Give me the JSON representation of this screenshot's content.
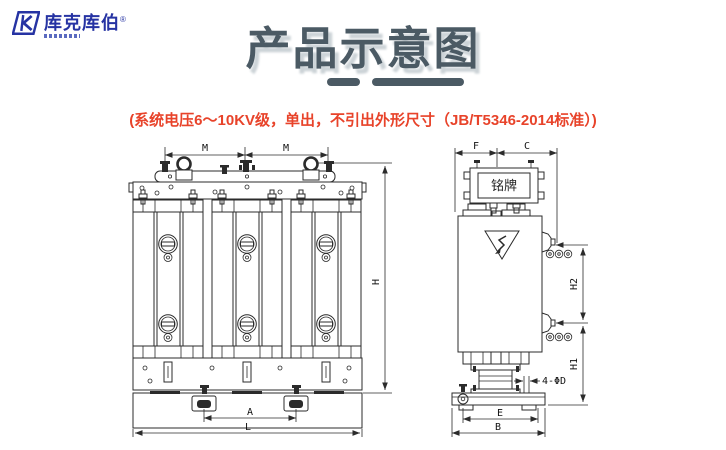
{
  "logo": {
    "brand": "库克库伯",
    "registered": "®"
  },
  "header": {
    "title": "产品示意图"
  },
  "note": {
    "text": "(系统电压6～10KV级，单出，不引出外形尺寸（JB/T5346-2014标准）)"
  },
  "drawing": {
    "front_view": {
      "dim_m1": "M",
      "dim_m2": "M",
      "dim_h": "H",
      "dim_a": "A",
      "dim_l": "L"
    },
    "side_view": {
      "nameplate_label": "铭牌",
      "dim_f": "F",
      "dim_c": "C",
      "dim_h2": "H2",
      "dim_h1": "H1",
      "dim_e": "E",
      "dim_b": "B",
      "mount_holes": "4-ΦD"
    }
  },
  "colors": {
    "logo_blue": "#2633a3",
    "title_gray": "#4b5a64",
    "note_red": "#e8432a",
    "line_dark": "#2b2b2b"
  }
}
